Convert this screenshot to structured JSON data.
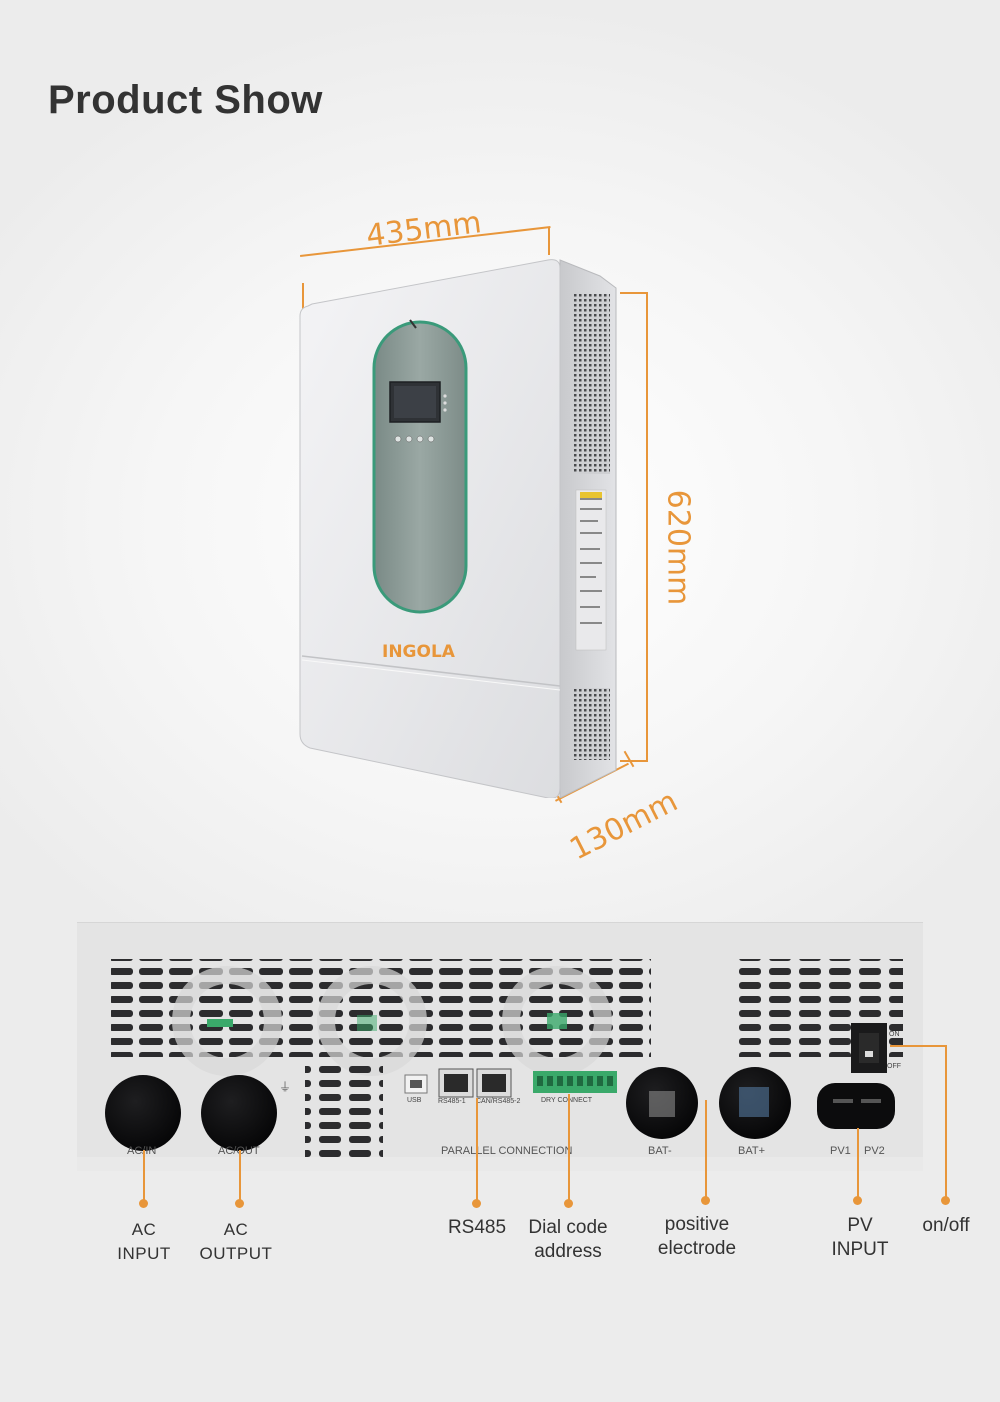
{
  "page": {
    "title": "Product Show"
  },
  "dimensions": {
    "width": "435mm",
    "height": "620mm",
    "depth": "130mm"
  },
  "inverter": {
    "brand_logo": "INGOLA",
    "brand_color": "#e8963a",
    "accent_color": "#3a9a7a"
  },
  "rear_panel": {
    "port_labels": {
      "ac_in": "AC/IN",
      "ac_out": "AC/OUT",
      "usb": "USB",
      "rs485_1": "RS485-1",
      "can_rs485_2": "CAN/RS485-2",
      "dry_connect": "DRY CONNECT",
      "parallel_connection": "PARALLEL CONNECTION",
      "bat_minus": "BAT-",
      "bat_plus": "BAT+",
      "pv1": "PV1",
      "pv2": "PV2",
      "switch_on": "ON",
      "switch_off": "OFF"
    }
  },
  "callouts": [
    {
      "label": "AC\nINPUT"
    },
    {
      "label": "AC\nOUTPUT"
    },
    {
      "label": "RS485"
    },
    {
      "label": "Dial code\naddress"
    },
    {
      "label": "positive\nelectrode"
    },
    {
      "label": "PV\nINPUT"
    },
    {
      "label": "on/off"
    }
  ]
}
